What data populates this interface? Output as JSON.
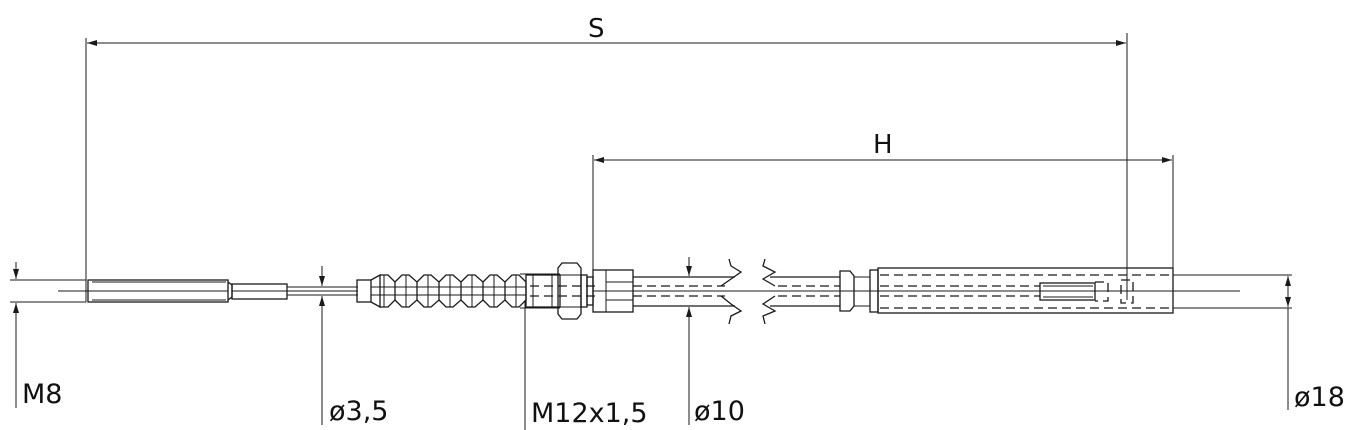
{
  "diagram": {
    "type": "technical-drawing",
    "subject": "Cable assembly with threaded end, bellows, lock nut, sheathed cable and sleeve",
    "line_color": "#1a1a1a",
    "background": "#ffffff"
  },
  "dimensions": {
    "overall_length": {
      "label": "S"
    },
    "sheath_length": {
      "label": "H"
    }
  },
  "callouts": {
    "thread_end": "M8",
    "wire_diameter": "ø3,5",
    "mount_thread": "M12x1,5",
    "sheath_diameter": "ø10",
    "sleeve_diameter": "ø18"
  }
}
